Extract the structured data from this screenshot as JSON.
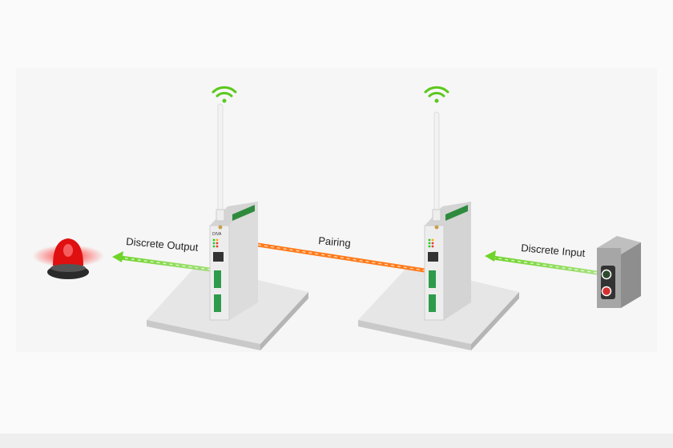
{
  "labels": {
    "discrete_output": "Discrete Output",
    "pairing": "Pairing",
    "discrete_input": "Discrete Input"
  },
  "device": {
    "brand": "DIVA"
  },
  "colors": {
    "output_arrow": "#6fd42a",
    "pairing_link": "#ff7a1a",
    "wifi": "#5cc81e",
    "beacon": "#e01010"
  }
}
